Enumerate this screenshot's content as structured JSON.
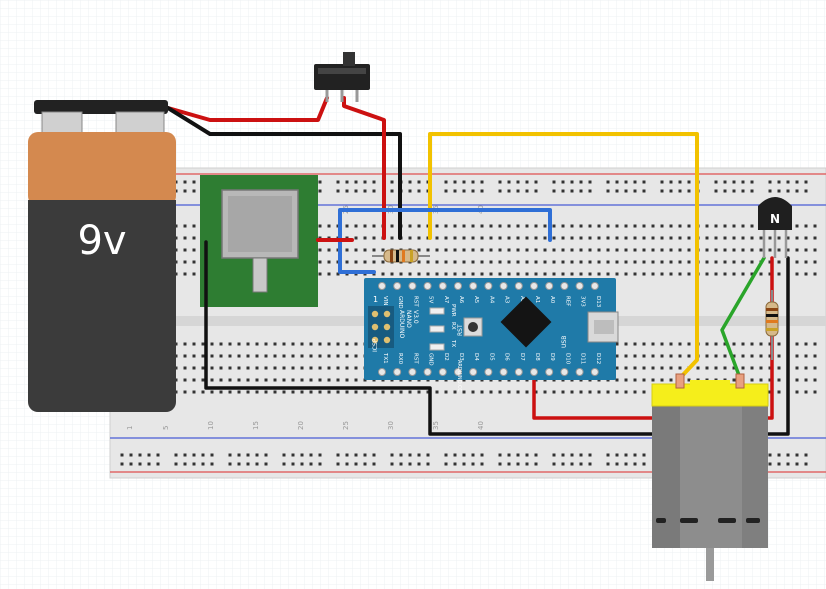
{
  "battery": {
    "label": "9v",
    "cap_color": "#333333",
    "top_color": "#d4894f",
    "body_color": "#3b3b3b"
  },
  "breadboard": {
    "column_numbers": [
      "1",
      "5",
      "10",
      "15",
      "20",
      "25",
      "30",
      "35",
      "40"
    ],
    "rail_red": "#e05050",
    "rail_blue": "#4a5cd6"
  },
  "arduino": {
    "name_lines": [
      "ARDUINO",
      "NANO",
      "V3.0"
    ],
    "top_pins": [
      "D13",
      "3V3",
      "REF",
      "A0",
      "A1",
      "A2",
      "A3",
      "A4",
      "A5",
      "A6",
      "A7",
      "5V",
      "RST",
      "GND",
      "VIN"
    ],
    "bottom_pins": [
      "D12",
      "D11",
      "D10",
      "D9",
      "D8",
      "D7",
      "D6",
      "D5",
      "D4",
      "D3",
      "D2",
      "GND",
      "RST",
      "RX0",
      "TX1"
    ],
    "leds": [
      "PWR",
      "RX",
      "TX"
    ],
    "rst_label": "RST",
    "icsp_label": "ICSP",
    "pin1_label": "1",
    "usb_label": "USB",
    "board_label": "ARDUINO.CC",
    "color": "#1f7aa8"
  },
  "components": {
    "switch": "slide-switch",
    "sensor": "force-sensitive-resistor",
    "transistor_label": "N",
    "motor": "dc-motor"
  },
  "wires": {
    "red": "#cc1111",
    "black": "#111111",
    "yellow": "#f2c200",
    "blue": "#2f6fd6",
    "green": "#2aa52a"
  }
}
